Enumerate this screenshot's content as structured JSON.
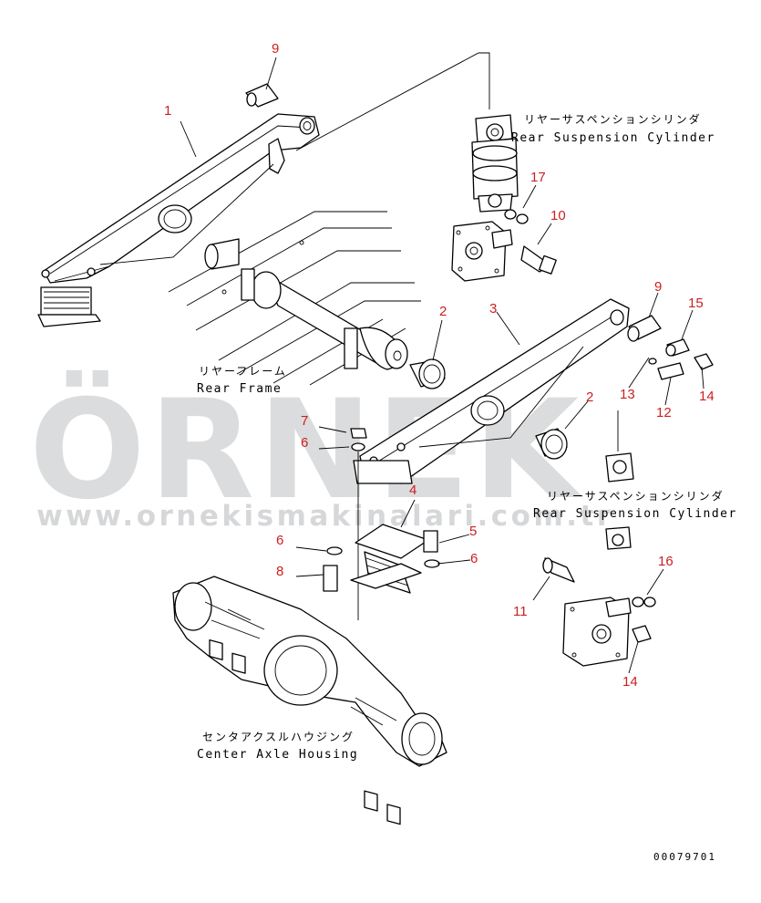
{
  "watermark": {
    "brand": "ÖRNEK",
    "url": "www.ornekismakinalari.com.tr",
    "accent_color": "#f2c12e",
    "text_color": "#cfd0d2"
  },
  "labels": {
    "cylinder_upper_jp": "リヤーサスペンションシリンダ",
    "cylinder_upper_en": "Rear Suspension Cylinder",
    "frame_jp": "リヤーフレーム",
    "frame_en": "Rear Frame",
    "cylinder_lower_jp": "リヤーサスペンションシリンダ",
    "cylinder_lower_en": "Rear Suspension Cylinder",
    "axle_jp": "センタアクスルハウジング",
    "axle_en": "Center Axle Housing"
  },
  "callouts": [
    {
      "id": "c1",
      "text": "1"
    },
    {
      "id": "c9a",
      "text": "9"
    },
    {
      "id": "c17",
      "text": "17"
    },
    {
      "id": "c10",
      "text": "10"
    },
    {
      "id": "c2a",
      "text": "2"
    },
    {
      "id": "c3",
      "text": "3"
    },
    {
      "id": "c9b",
      "text": "9"
    },
    {
      "id": "c15",
      "text": "15"
    },
    {
      "id": "c13",
      "text": "13"
    },
    {
      "id": "c14a",
      "text": "14"
    },
    {
      "id": "c12",
      "text": "12"
    },
    {
      "id": "c2b",
      "text": "2"
    },
    {
      "id": "c7",
      "text": "7"
    },
    {
      "id": "c6a",
      "text": "6"
    },
    {
      "id": "c4",
      "text": "4"
    },
    {
      "id": "c5",
      "text": "5"
    },
    {
      "id": "c6b",
      "text": "6"
    },
    {
      "id": "c6c",
      "text": "6"
    },
    {
      "id": "c8",
      "text": "8"
    },
    {
      "id": "c16",
      "text": "16"
    },
    {
      "id": "c11",
      "text": "11"
    },
    {
      "id": "c14b",
      "text": "14"
    }
  ],
  "drawing_code": "00079701",
  "colors": {
    "callout": "#cc1f1f",
    "line": "#000000"
  }
}
